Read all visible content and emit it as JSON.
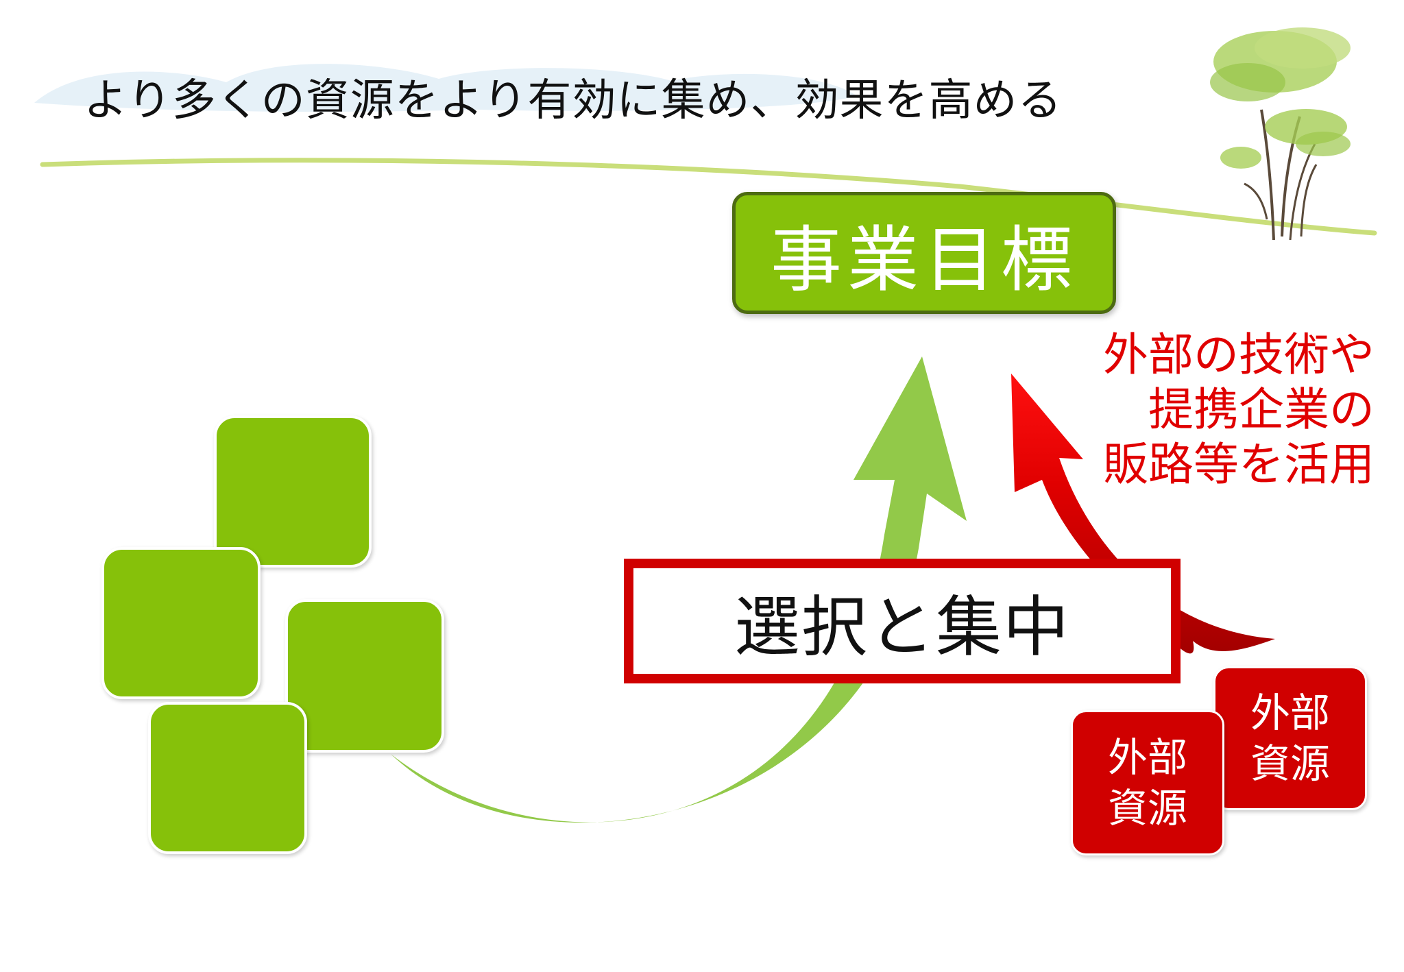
{
  "title": "より多くの資源をより有効に集め、効果を高める",
  "goal": {
    "label": "事業目標"
  },
  "selection": {
    "label": "選択と集中"
  },
  "external_note": {
    "lines": [
      "外部の技術や",
      "提携企業の",
      "販路等を活用"
    ]
  },
  "external_resources": [
    {
      "line1": "外部",
      "line2": "資源"
    },
    {
      "line1": "外部",
      "line2": "資源"
    }
  ],
  "colors": {
    "green": "#86c10a",
    "green_arrow": "#8cc63f",
    "red": "#d00000",
    "goal_border": "#4d6b12"
  }
}
